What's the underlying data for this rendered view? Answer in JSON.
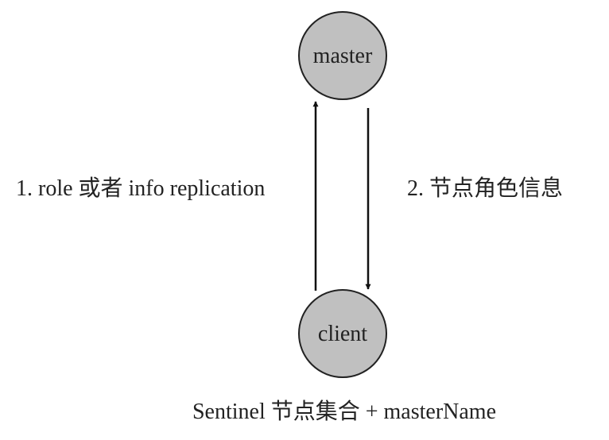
{
  "nodes": {
    "master": {
      "label": "master"
    },
    "client": {
      "label": "client"
    }
  },
  "edges": {
    "request": {
      "label": "1. role 或者 info replication"
    },
    "response": {
      "label": "2. 节点角色信息"
    }
  },
  "caption": "Sentinel 节点集合 + masterName",
  "colors": {
    "node_fill": "#c0c0c0",
    "node_stroke": "#222222",
    "edge": "#111111",
    "text": "#222222"
  }
}
